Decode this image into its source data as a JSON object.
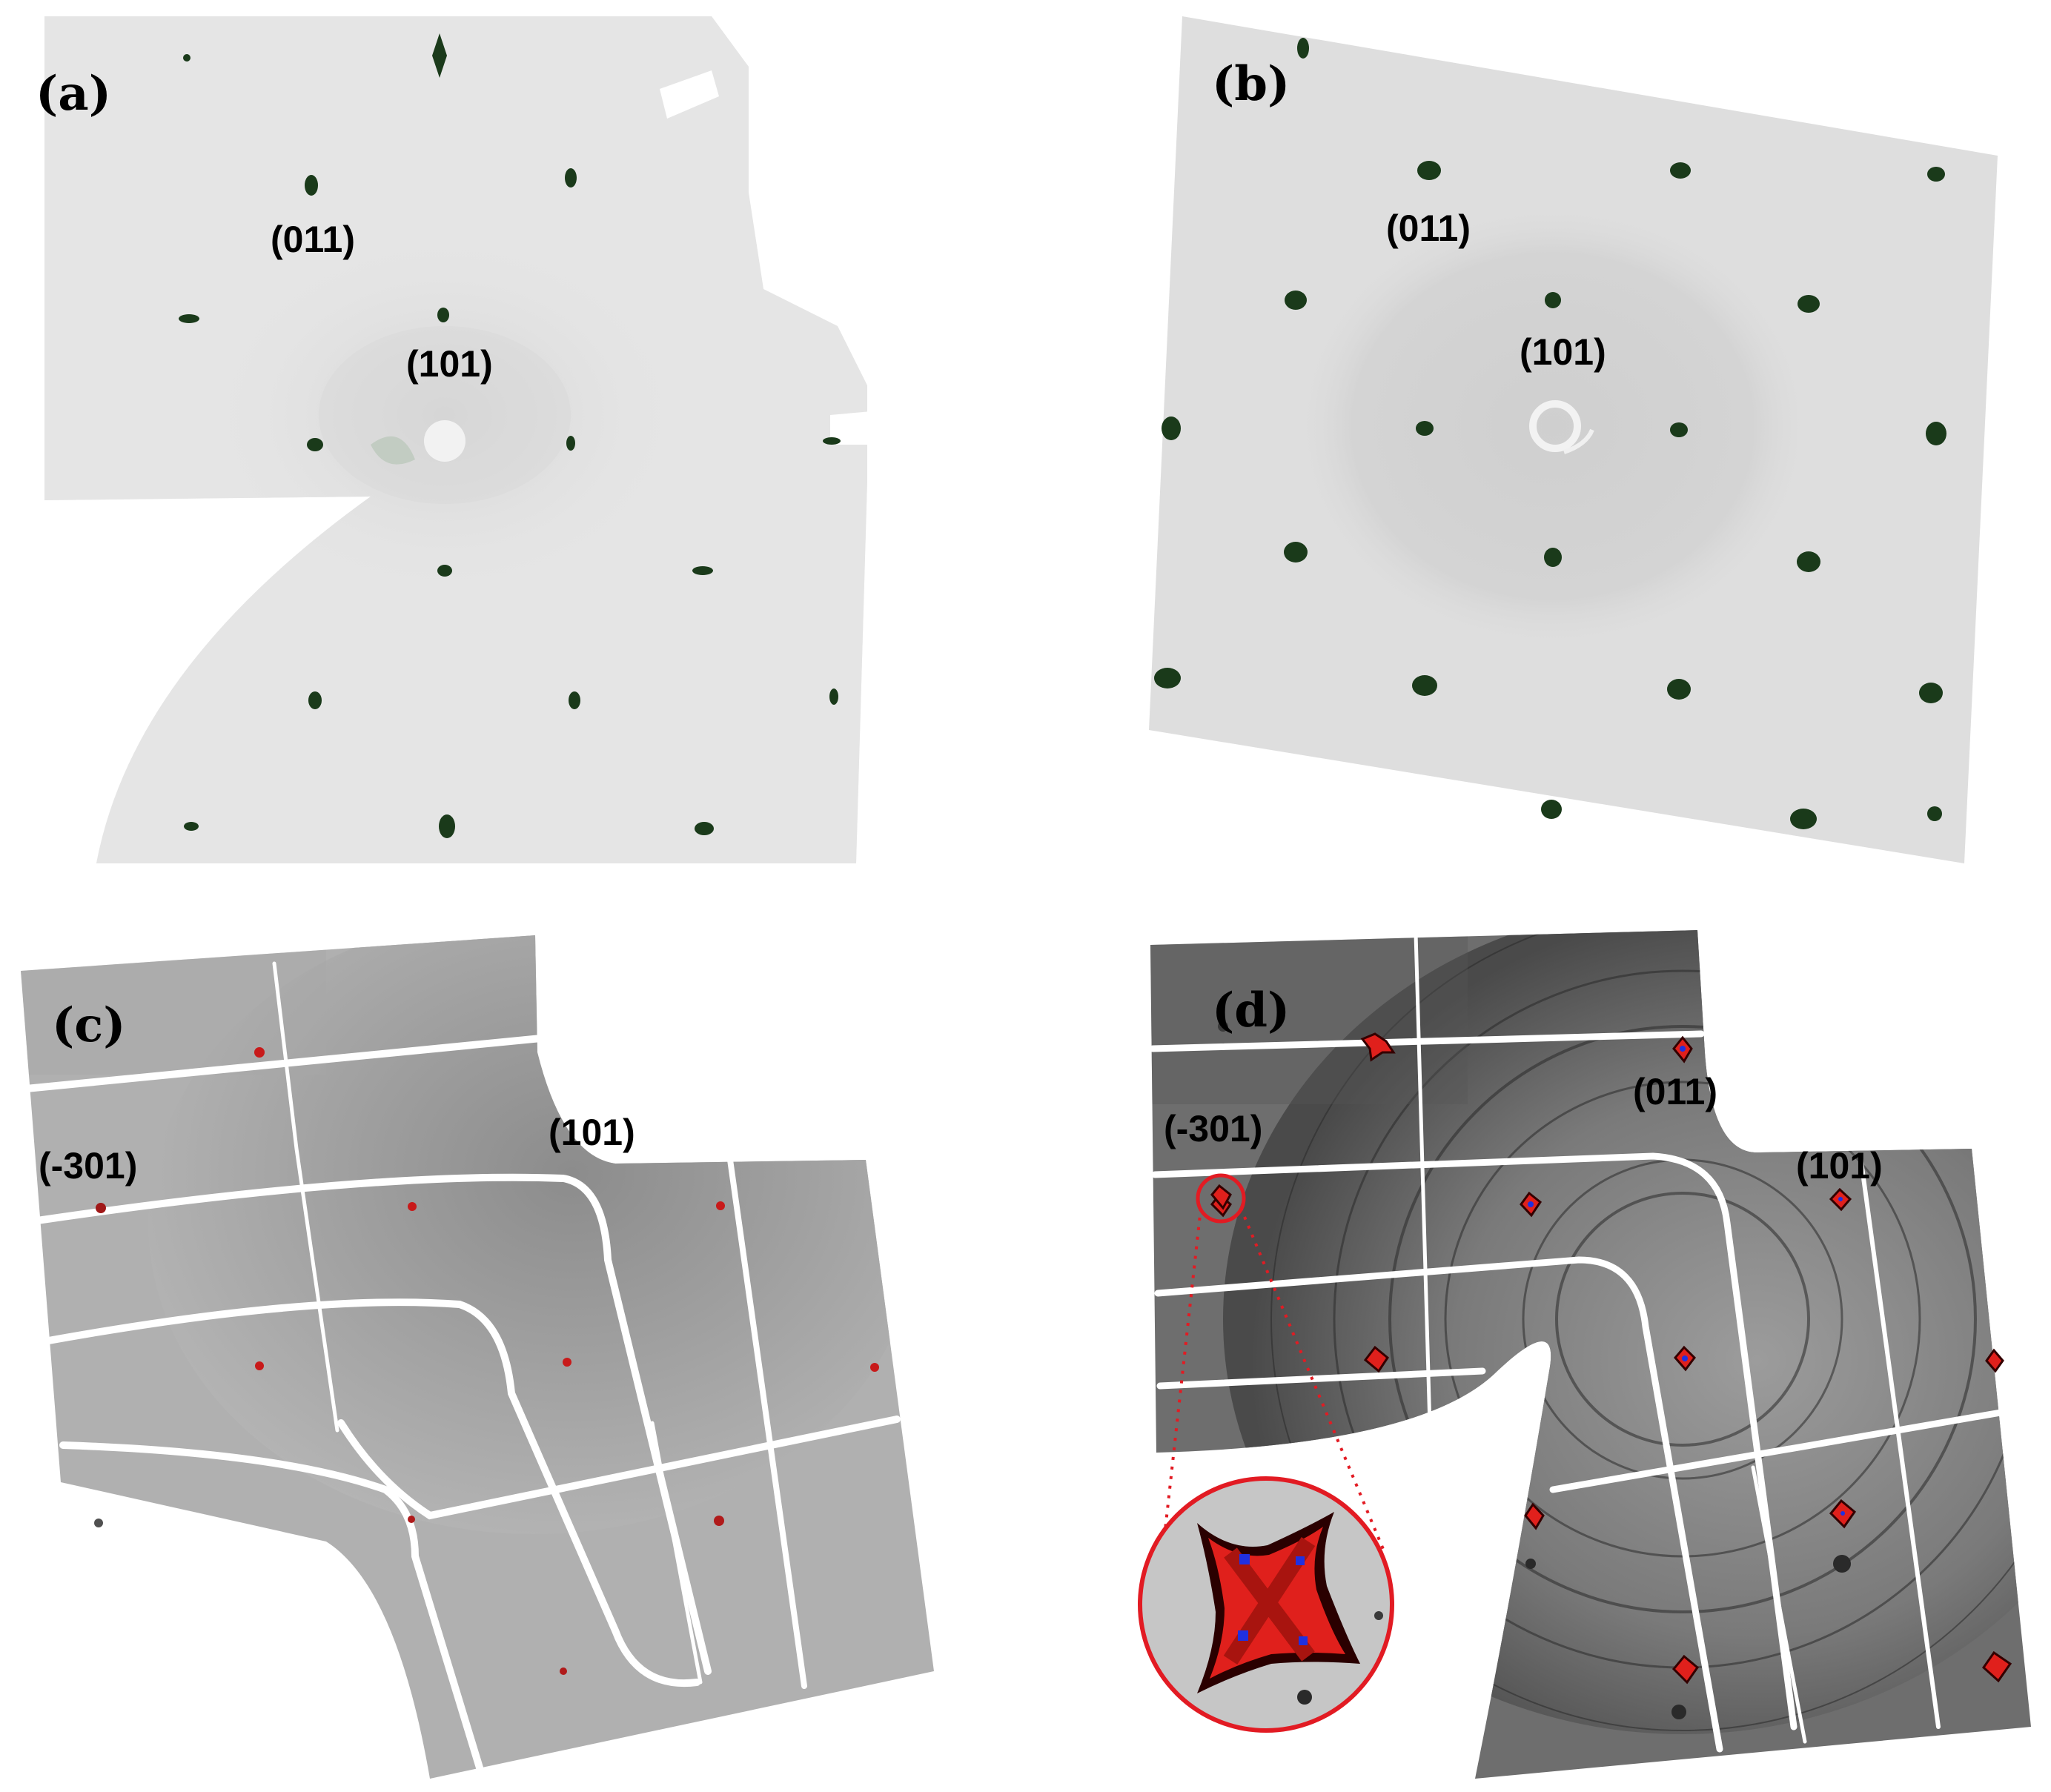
{
  "panels": [
    {
      "id": "a",
      "letter": "(a)",
      "labels": [
        "(011)",
        "(101)"
      ]
    },
    {
      "id": "b",
      "letter": "(b)",
      "labels": [
        "(011)",
        "(101)"
      ]
    },
    {
      "id": "c",
      "letter": "(c)",
      "labels": [
        "(-301)",
        "(101)"
      ]
    },
    {
      "id": "d",
      "letter": "(d)",
      "labels": [
        "(-301)",
        "(011)",
        "(101)"
      ]
    }
  ],
  "colors": {
    "spot_dark": "#1a3a1a",
    "spot_red": "#e0201c",
    "spot_blue": "#2030e0",
    "detector_light": "#e4e4e4",
    "detector_mid": "#d6d6d6",
    "detector_grey": "#b8b8b8",
    "detector_dark": "#8a8a8a",
    "magnifier_ring": "#e21b23"
  }
}
